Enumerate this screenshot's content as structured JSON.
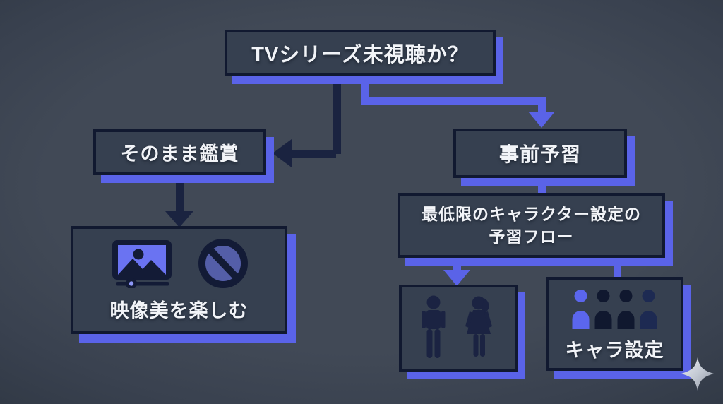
{
  "colors": {
    "background": "#3d4553",
    "box_fill": "#364050",
    "box_border": "#111930",
    "accent_blue": "#5a63e8",
    "arrow_dark": "#1a2340",
    "text": "#f2f4f8",
    "icon_blue": "#6a73f2",
    "icon_dark": "#131b36",
    "sparkle": "#c3c9d3"
  },
  "nodes": {
    "question": {
      "label": "TVシリーズ未視聴か？"
    },
    "watch_as_is": {
      "label": "そのまま鑑賞"
    },
    "enjoy_visuals": {
      "label": "映像美を楽しむ"
    },
    "pre_study": {
      "label": "事前予習"
    },
    "minimal_flow": {
      "line1": "最低限のキャラクター設定の",
      "line2": "予習フロー"
    },
    "chara_settings": {
      "label": "キャラ設定"
    }
  },
  "icons": {
    "enjoy_visuals": [
      "picture-icon",
      "prohibition-icon"
    ],
    "characters_box": [
      "man-icon",
      "woman-icon"
    ],
    "chara_settings_box": [
      "person-icon-highlighted",
      "person-icon",
      "person-icon",
      "person-icon"
    ],
    "decoration": [
      "sparkle-icon"
    ]
  }
}
